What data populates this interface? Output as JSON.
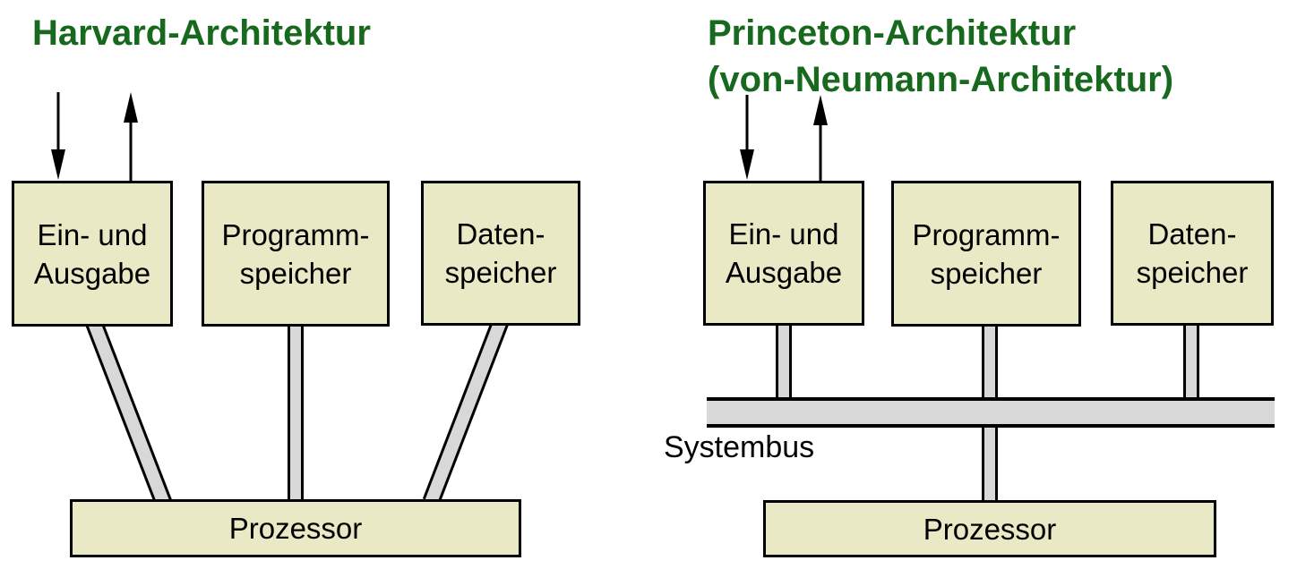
{
  "colors": {
    "title_green": "#17691d",
    "box_fill": "#e9e9c6",
    "connector_fill": "#d8d8d8",
    "outline": "#000000"
  },
  "harvard": {
    "title": "Harvard-Architektur",
    "boxes": {
      "io": "Ein- und\nAusgabe",
      "program": "Programm-\nspeicher",
      "data": "Daten-\nspeicher",
      "processor": "Prozessor"
    }
  },
  "princeton": {
    "title_line1": "Princeton-Architektur",
    "title_line2": "(von-Neumann-Architektur)",
    "bus_label": "Systembus",
    "boxes": {
      "io": "Ein- und\nAusgabe",
      "program": "Programm-\nspeicher",
      "data": "Daten-\nspeicher",
      "processor": "Prozessor"
    }
  }
}
